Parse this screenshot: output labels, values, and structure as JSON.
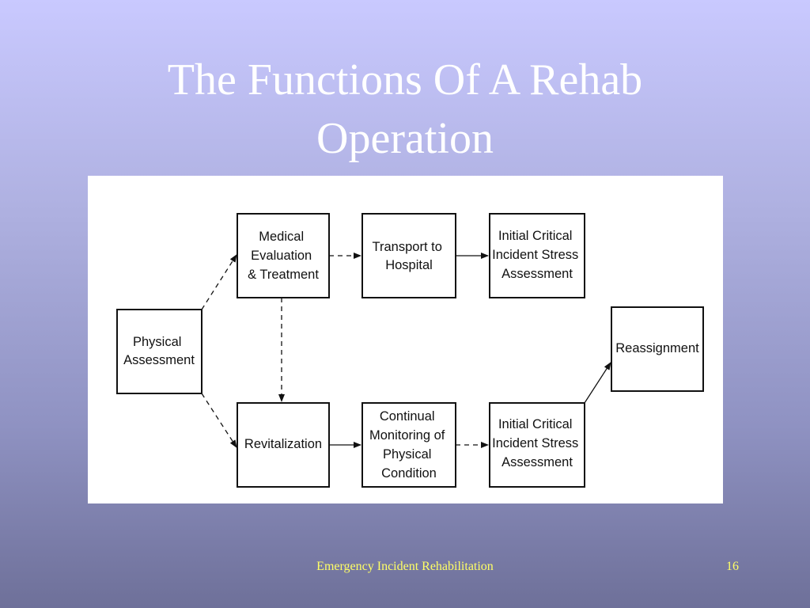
{
  "slide": {
    "title_line1": "The Functions Of A Rehab",
    "title_line2": "Operation"
  },
  "diagram": {
    "nodes": {
      "physical_assessment": [
        "Physical",
        "Assessment"
      ],
      "medical_evaluation": [
        "Medical",
        "Evaluation",
        "& Treatment"
      ],
      "transport_to_hospital": [
        "Transport to",
        "Hospital"
      ],
      "icisa_top": [
        "Initial Critical",
        "Incident Stress",
        "Assessment"
      ],
      "revitalization": [
        "Revitalization"
      ],
      "continual_monitoring": [
        "Continual",
        "Monitoring of",
        "Physical",
        "Condition"
      ],
      "icisa_bottom": [
        "Initial Critical",
        "Incident Stress",
        "Assessment"
      ],
      "reassignment": [
        "Reassignment"
      ]
    }
  },
  "footer": {
    "text": "Emergency Incident Rehabilitation",
    "page_number": "16"
  }
}
